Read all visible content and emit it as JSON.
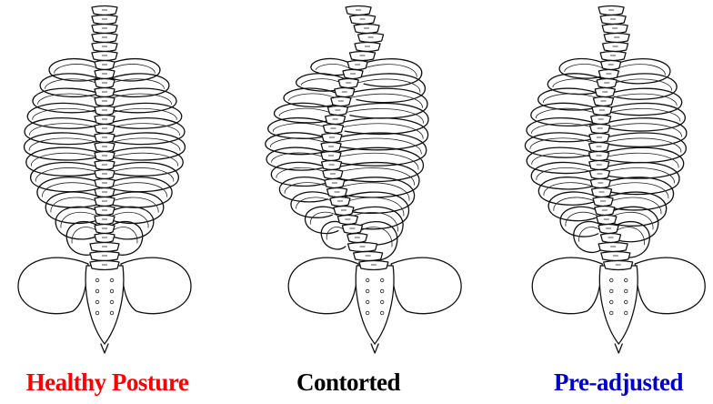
{
  "panels": [
    {
      "caption": "Healthy Posture",
      "caption_color": "#ff0000",
      "illustration": "spine-straight",
      "spine_curve": 0
    },
    {
      "caption": "Contorted",
      "caption_color": "#000000",
      "illustration": "spine-scoliosis",
      "spine_curve": 1
    },
    {
      "caption": "Pre-adjusted",
      "caption_color": "#0000cc",
      "illustration": "spine-slight-curve",
      "spine_curve": 0.45
    }
  ]
}
